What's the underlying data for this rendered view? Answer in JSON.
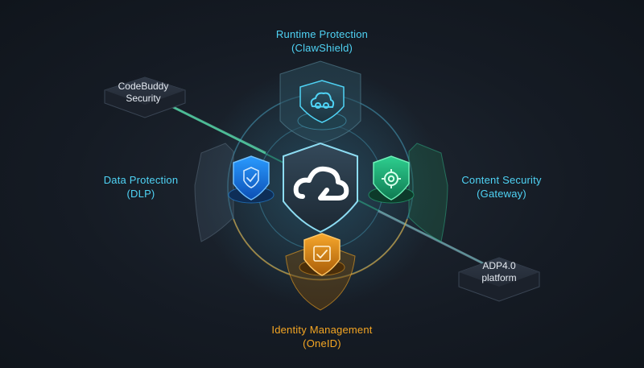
{
  "colors": {
    "background": "#151b24",
    "cyan_accent": "#4fd3f5",
    "blue_accent": "#1e88ff",
    "green_accent": "#22c98a",
    "orange_accent": "#f5a623",
    "box_text": "#e6ebf2"
  },
  "nodes": {
    "runtime": {
      "line1": "Runtime Protection",
      "line2": "(ClawShield)",
      "icon": "cloud-link-icon"
    },
    "data": {
      "line1": "Data Protection",
      "line2": "(DLP)",
      "icon": "shield-check-icon"
    },
    "content": {
      "line1": "Content Security",
      "line2": "(Gateway)",
      "icon": "gear-icon"
    },
    "identity": {
      "line1": "Identity Management",
      "line2": "(OneID)",
      "icon": "badge-check-icon"
    },
    "center": {
      "icon": "cloud-logo-icon"
    }
  },
  "platforms": {
    "codebuddy": {
      "line1": "CodeBuddy",
      "line2": "Security"
    },
    "adp": {
      "line1": "ADP4.0",
      "line2": "platform"
    }
  }
}
